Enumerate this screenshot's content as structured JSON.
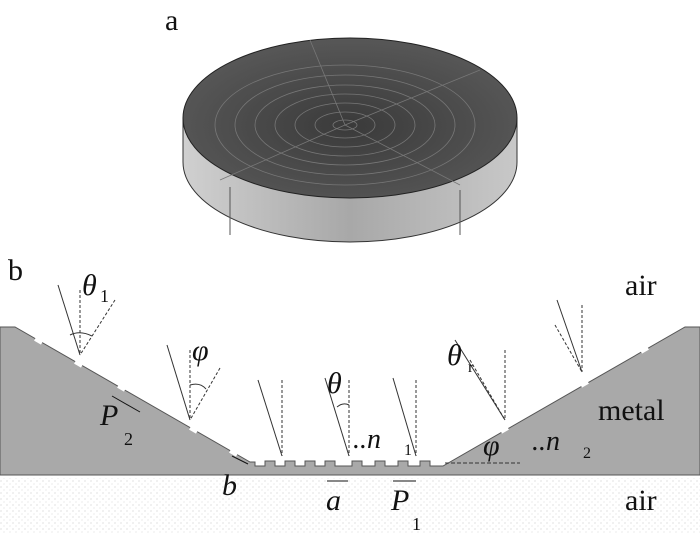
{
  "panel_a": {
    "label": "a"
  },
  "panel_b": {
    "label": "b",
    "labels": {
      "theta1": "θ",
      "theta1_sub": "1",
      "phi_left": "φ",
      "P2": "P",
      "P2_sub": "2",
      "b": "b",
      "theta": "θ",
      "n1": "..n",
      "n1_sub": "1",
      "a": "a",
      "P1": "P",
      "P1_sub": "1",
      "theta_r": "θ",
      "theta_r_sub": "r",
      "phi_right": "φ",
      "n2": "..n",
      "n2_sub": "2",
      "air_top": "air",
      "metal": "metal",
      "air_bottom": "air"
    }
  },
  "colors": {
    "metal": "#a9a9a9",
    "disk_top": "#4a4a4a",
    "disk_side": "#b8b8b8"
  }
}
